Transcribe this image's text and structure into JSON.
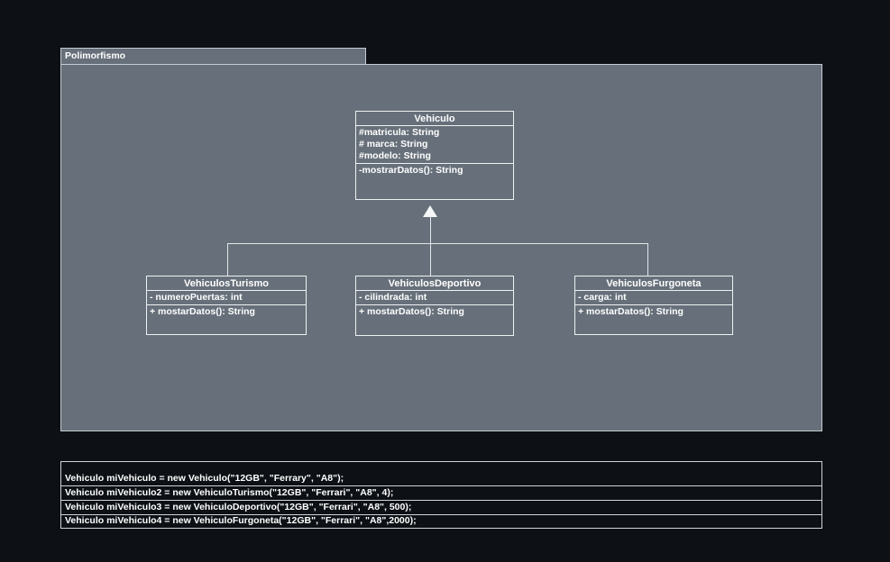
{
  "package": {
    "title": "Polimorfismo"
  },
  "diagram": {
    "classes": [
      {
        "name": "Vehiculo",
        "attributes": [
          "#matricula: String",
          "# marca: String",
          "#modelo: String"
        ],
        "methods": [
          "-mostrarDatos(): String"
        ]
      },
      {
        "name": "VehiculosTurismo",
        "attributes": [
          "- numeroPuertas: int"
        ],
        "methods": [
          "+ mostarDatos(): String"
        ]
      },
      {
        "name": "VehiculosDeportivo",
        "attributes": [
          "- cilindrada: int"
        ],
        "methods": [
          "+ mostarDatos(): String"
        ]
      },
      {
        "name": "VehiculosFurgoneta",
        "attributes": [
          "- carga: int"
        ],
        "methods": [
          "+ mostarDatos(): String"
        ]
      }
    ],
    "relationship": "generalization"
  },
  "code": {
    "lines": [
      "Vehiculo miVehiculo = new Vehiculo(\"12GB\", \"Ferrary\", \"A8\");",
      "Vehiculo miVehiculo2 = new VehiculoTurismo(\"12GB\", \"Ferrari\", \"A8\", 4);",
      "Vehiculo miVehiculo3 = new VehiculoDeportivo(\"12GB\", \"Ferrari\", \"A8\", 500);",
      "Vehiculo miVehiculo4 = new VehiculoFurgoneta(\"12GB\", \"Ferrari\", \"A8\",2000);"
    ]
  },
  "colors": {
    "background": "#0d1116",
    "package_fill": "#67707a",
    "package_border": "#c4cad0",
    "class_border": "#eef1f3",
    "text": "#ffffff"
  }
}
